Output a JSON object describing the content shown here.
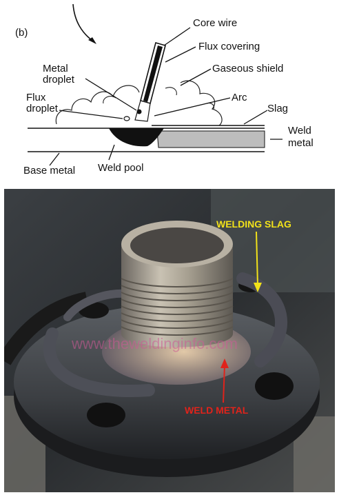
{
  "diagram": {
    "panel_label": "(b)",
    "labels": {
      "core_wire": "Core wire",
      "flux_covering": "Flux covering",
      "metal_droplet_line1": "Metal",
      "metal_droplet_line2": "droplet",
      "gaseous_shield": "Gaseous shield",
      "flux_droplet_line1": "Flux",
      "flux_droplet_line2": "droplet",
      "arc": "Arc",
      "slag": "Slag",
      "weld_metal_line1": "Weld",
      "weld_metal_line2": "metal",
      "base_metal": "Base metal",
      "weld_pool": "Weld pool"
    }
  },
  "photo": {
    "welding_slag_label": "WELDING SLAG",
    "weld_metal_label": "WELD METAL",
    "watermark": "www.theweldinginfo.com",
    "colors": {
      "slag_label": "#f2e21a",
      "weld_metal_label": "#e0231b"
    }
  }
}
